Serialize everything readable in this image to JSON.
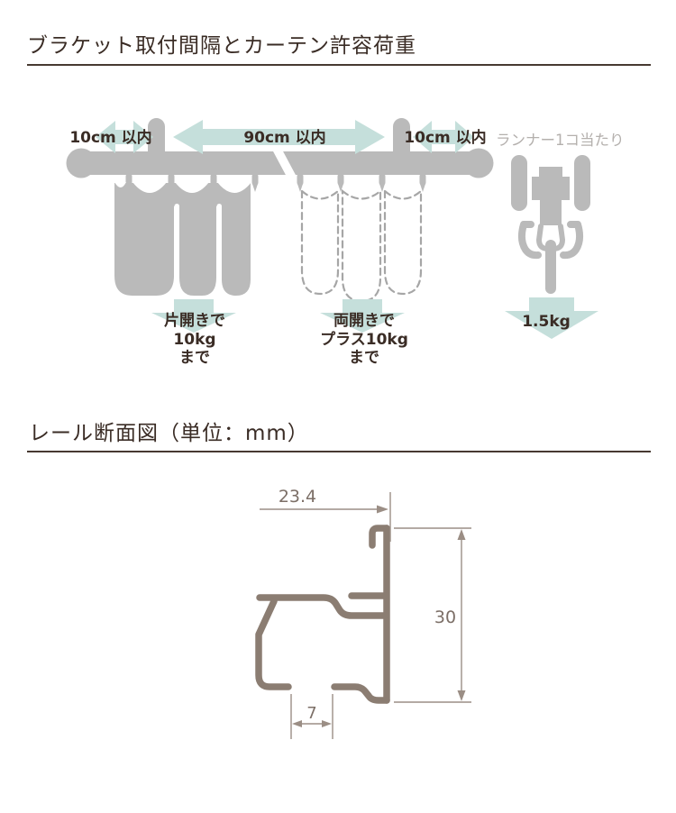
{
  "colors": {
    "gray_shape": "#bababa",
    "teal_arrow": "#c5dfdb",
    "dark_text": "#3a2c25",
    "muted_label": "#b4b0ad",
    "profile_taupe": "#8b7d72",
    "dimension_line": "#9b8e85",
    "dimension_text": "#7c6f67",
    "rule_line": "#473931",
    "dashed_outline": "#a6a6a6"
  },
  "section1": {
    "title": "ブラケット取付間隔とカーテン許容荷重",
    "spacing_left": "10cm 以内",
    "spacing_center": "90cm 以内",
    "spacing_right": "10cm 以内",
    "runner_caption": "ランナー1コ当たり",
    "runner_load": "1.5kg",
    "single_open": {
      "line1": "片開きで",
      "line2": "10kg",
      "line3": "まで"
    },
    "double_open": {
      "line1": "両開きで",
      "line2": "プラス10kg",
      "line3": "まで"
    }
  },
  "section2": {
    "title": "レール断面図（単位：mm）",
    "dim_width": "23.4",
    "dim_height": "30",
    "dim_slot": "7"
  }
}
